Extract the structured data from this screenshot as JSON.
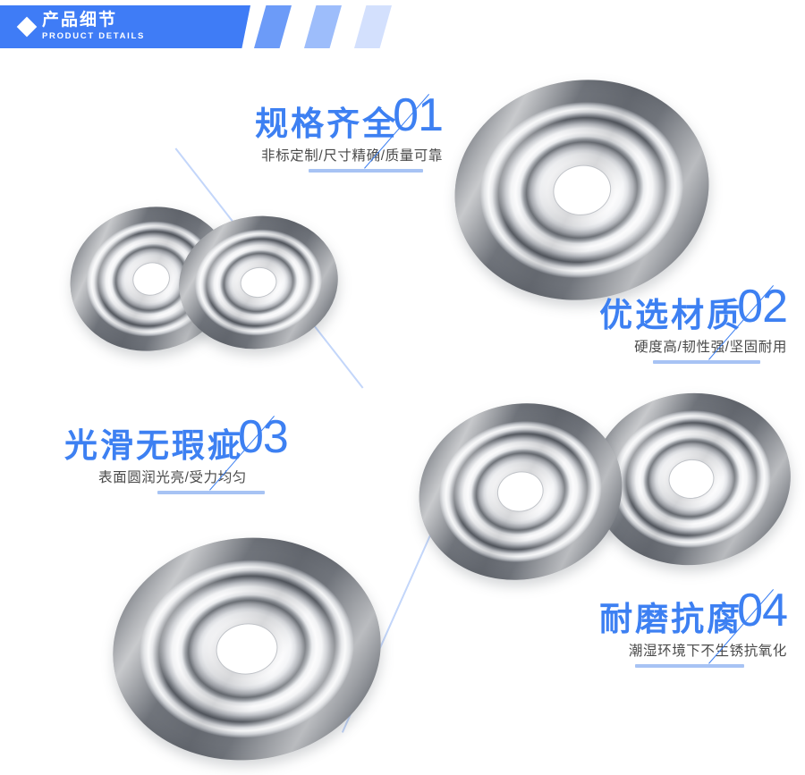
{
  "header": {
    "diamond_icon": "diamond-icon",
    "title_cn": "产品细节",
    "title_en": "PRODUCT DETAILS",
    "bar_color": "#3F7CF6",
    "stripe_colors": [
      "#6C9BF8",
      "#9DBDFB",
      "#D3E0FD"
    ]
  },
  "theme": {
    "accent_blue": "#3D80F2",
    "underline_blue": "#A7C3F4",
    "divider_blue": "#C3D6FA",
    "subtitle_gray": "#4A4A4A",
    "background": "#FFFFFF"
  },
  "features": [
    {
      "number": "01",
      "title": "规格齐全",
      "subtitle": "非标定制/尺寸精确/质量可靠",
      "align": "right"
    },
    {
      "number": "02",
      "title": "优选材质",
      "subtitle": "硬度高/韧性强/坚固耐用",
      "align": "right"
    },
    {
      "number": "03",
      "title": "光滑无瑕疵",
      "subtitle": "表面圆润光亮/受力均匀",
      "align": "left"
    },
    {
      "number": "04",
      "title": "耐磨抗腐",
      "subtitle": "潮湿环境下不生锈抗氧化",
      "align": "right"
    }
  ],
  "products": [
    {
      "name": "metal-washer-disc-small-left",
      "group": "pair-top-left"
    },
    {
      "name": "metal-washer-disc-small-right",
      "group": "pair-top-left"
    },
    {
      "name": "metal-washer-disc-large-top",
      "group": "single-top-right"
    },
    {
      "name": "metal-washer-disc-mid-left",
      "group": "pair-mid-right"
    },
    {
      "name": "metal-washer-disc-mid-right",
      "group": "pair-mid-right"
    },
    {
      "name": "metal-washer-disc-large-bottom",
      "group": "single-bottom-left"
    }
  ]
}
